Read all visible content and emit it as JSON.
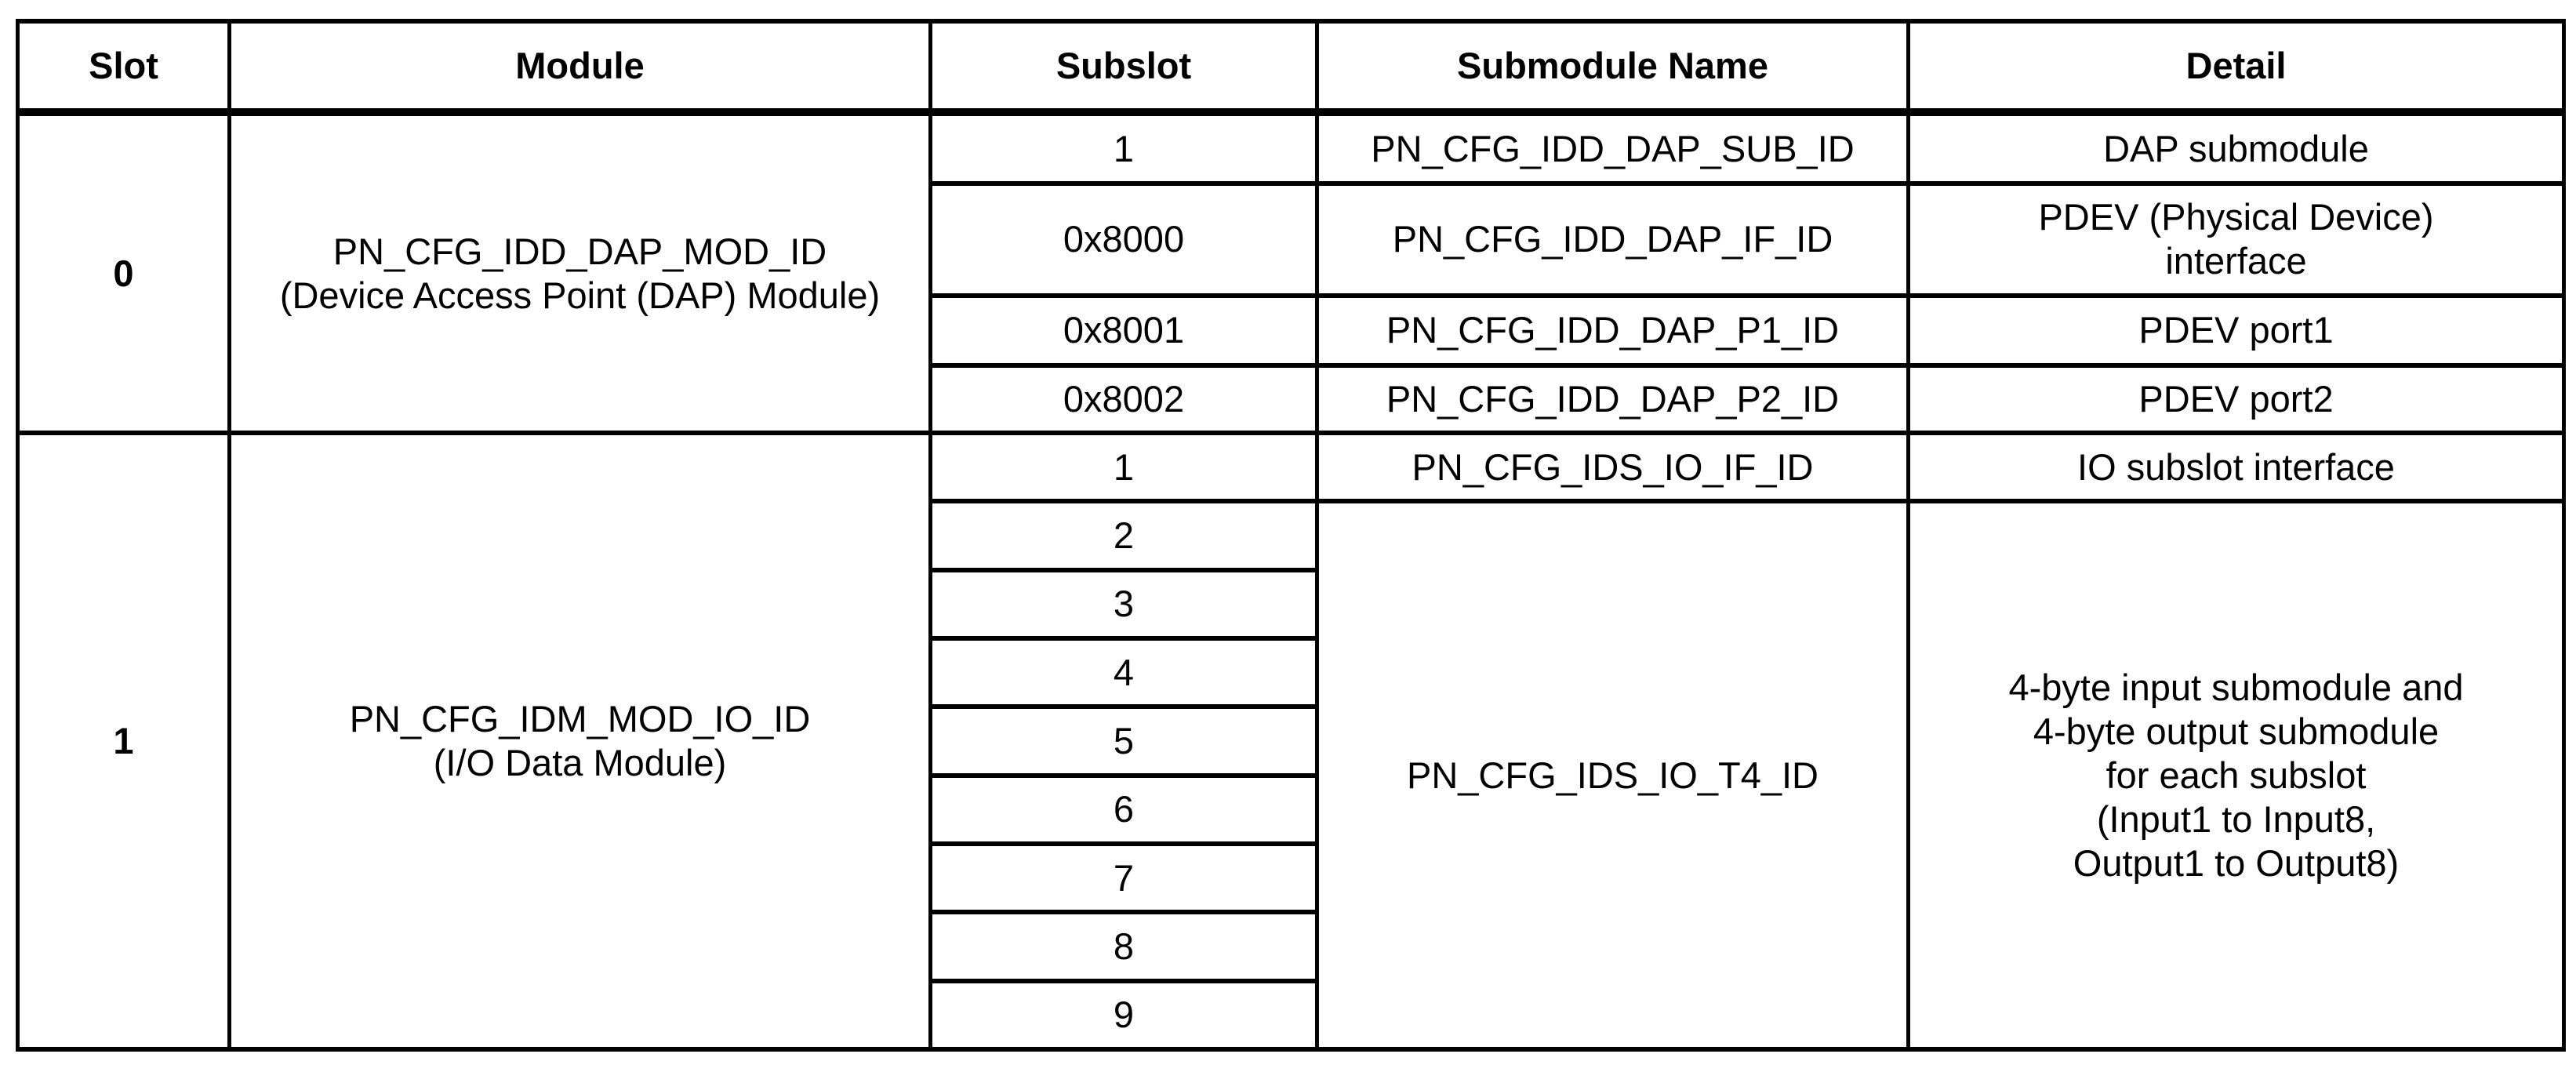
{
  "table": {
    "headers": {
      "slot": "Slot",
      "module": "Module",
      "subslot": "Subslot",
      "submodule_name": "Submodule Name",
      "detail": "Detail"
    },
    "slot0": {
      "slot": "0",
      "module": "PN_CFG_IDD_DAP_MOD_ID\n(Device Access Point (DAP) Module)",
      "rows": [
        {
          "subslot": "1",
          "submodule": "PN_CFG_IDD_DAP_SUB_ID",
          "detail": "DAP submodule"
        },
        {
          "subslot": "0x8000",
          "submodule": "PN_CFG_IDD_DAP_IF_ID",
          "detail": "PDEV (Physical Device)\ninterface"
        },
        {
          "subslot": "0x8001",
          "submodule": "PN_CFG_IDD_DAP_P1_ID",
          "detail": "PDEV port1"
        },
        {
          "subslot": "0x8002",
          "submodule": "PN_CFG_IDD_DAP_P2_ID",
          "detail": "PDEV port2"
        }
      ]
    },
    "slot1": {
      "slot": "1",
      "module": "PN_CFG_IDM_MOD_IO_ID\n(I/O Data Module)",
      "interface_row": {
        "subslot": "1",
        "submodule": "PN_CFG_IDS_IO_IF_ID",
        "detail": "IO subslot interface"
      },
      "merged": {
        "subslots": {
          "s2": "2",
          "s3": "3",
          "s4": "4",
          "s5": "5",
          "s6": "6",
          "s7": "7",
          "s8": "8",
          "s9": "9"
        },
        "submodule": "PN_CFG_IDS_IO_T4_ID",
        "detail": "4-byte input submodule and\n4-byte output submodule\nfor each subslot\n(Input1 to Input8,\nOutput1 to Output8)"
      }
    }
  }
}
